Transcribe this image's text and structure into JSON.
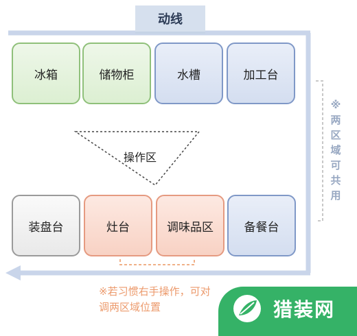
{
  "title": "动线",
  "top_row": [
    {
      "label": "冰箱",
      "color": "green"
    },
    {
      "label": "储物柜",
      "color": "green"
    },
    {
      "label": "水槽",
      "color": "blue"
    },
    {
      "label": "加工台",
      "color": "blue"
    }
  ],
  "bottom_row": [
    {
      "label": "装盘台",
      "color": "gray"
    },
    {
      "label": "灶台",
      "color": "peach"
    },
    {
      "label": "调味品区",
      "color": "peach"
    },
    {
      "label": "备餐台",
      "color": "blue"
    }
  ],
  "operation_area": "操作区",
  "side_note": [
    "※",
    "两",
    "区",
    "域",
    "可",
    "共",
    "用"
  ],
  "bottom_note": "※若习惯右手操作，可对调两区域位置",
  "logo_text": "猎装网",
  "colors": {
    "flow_line": "#c9d5ea",
    "note_blue": "#98a8c2",
    "note_orange": "#ec9a6c",
    "logo_green": "#35b267"
  }
}
